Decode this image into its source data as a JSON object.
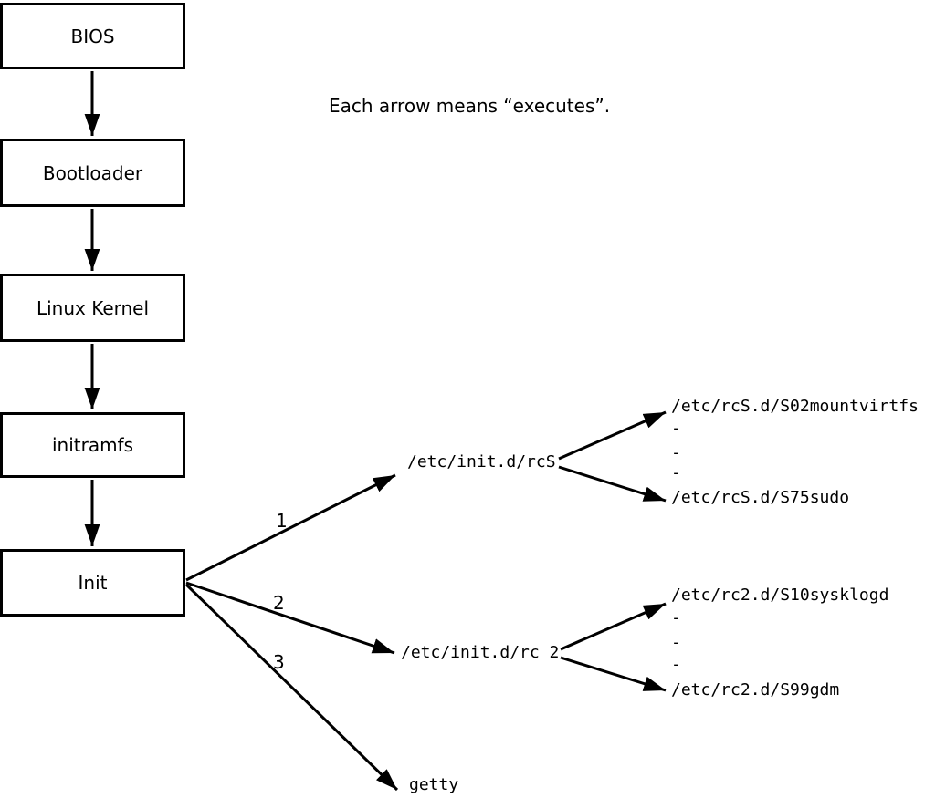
{
  "note": "Each arrow means “executes”.",
  "boot_chain": [
    {
      "label": "BIOS"
    },
    {
      "label": "Bootloader"
    },
    {
      "label": "Linux Kernel"
    },
    {
      "label": "initramfs"
    },
    {
      "label": "Init"
    }
  ],
  "init_branches": [
    {
      "number": "1",
      "target": "/etc/init.d/rcS",
      "children": [
        "/etc/rcS.d/S02mountvirtfs",
        "-",
        "-",
        "-",
        "/etc/rcS.d/S75sudo"
      ]
    },
    {
      "number": "2",
      "target": "/etc/init.d/rc 2",
      "children": [
        "/etc/rc2.d/S10sysklogd",
        "-",
        "-",
        "-",
        "/etc/rc2.d/S99gdm"
      ]
    },
    {
      "number": "3",
      "target": "getty",
      "children": []
    }
  ],
  "colors": {
    "line": "#000000",
    "text": "#000000",
    "background": "#ffffff",
    "box_fill": "#ffffff"
  }
}
